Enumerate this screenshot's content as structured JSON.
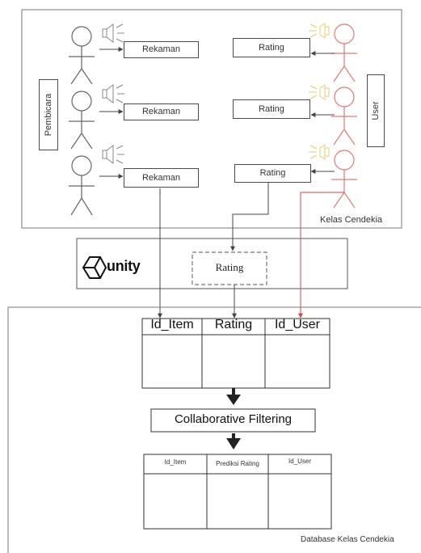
{
  "top_panel": {
    "speaker_group_label": "Pembicara",
    "user_group_label": "User",
    "rekaman_labels": [
      "Rekaman",
      "Rekaman",
      "Rekaman"
    ],
    "rating_labels": [
      "Rating",
      "Rating",
      "Rating"
    ],
    "caption": "Kelas Cendekia"
  },
  "unity_panel": {
    "logo_text": "unity",
    "rating_label": "Rating"
  },
  "database": {
    "input_table": {
      "headers": [
        "Id_Item",
        "Rating",
        "Id_User"
      ]
    },
    "process_label": "Collaborative Filtering",
    "output_table": {
      "headers": [
        "Id_Item",
        "Prediksi Rating",
        "Id_User"
      ]
    },
    "caption": "Database Kelas Cendekia"
  },
  "colors": {
    "outline": "#555555",
    "user_figure": "#e07a7a",
    "speaker_icon_user": "#e8d77a",
    "red_line": "#d94545"
  }
}
